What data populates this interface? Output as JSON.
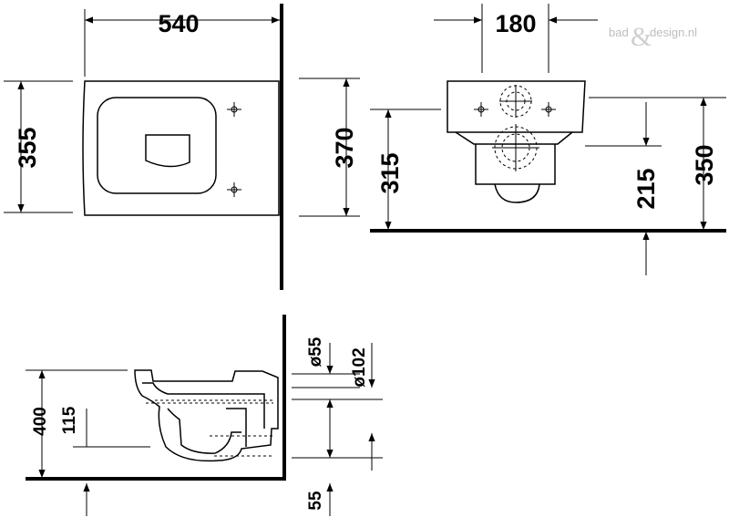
{
  "watermark": {
    "left": "bad",
    "amp": "&",
    "right": "design.nl"
  },
  "top_view": {
    "width": "540",
    "depth_seat": "355",
    "depth_total": "370"
  },
  "front_view": {
    "width": "180",
    "fixing_height": "315",
    "outlet_height": "215",
    "total_height": "350"
  },
  "side_view": {
    "height": "400",
    "outlet_height": "115",
    "inlet_diameter": "ø55",
    "outlet_diameter": "ø102",
    "wall_offset": "55"
  }
}
